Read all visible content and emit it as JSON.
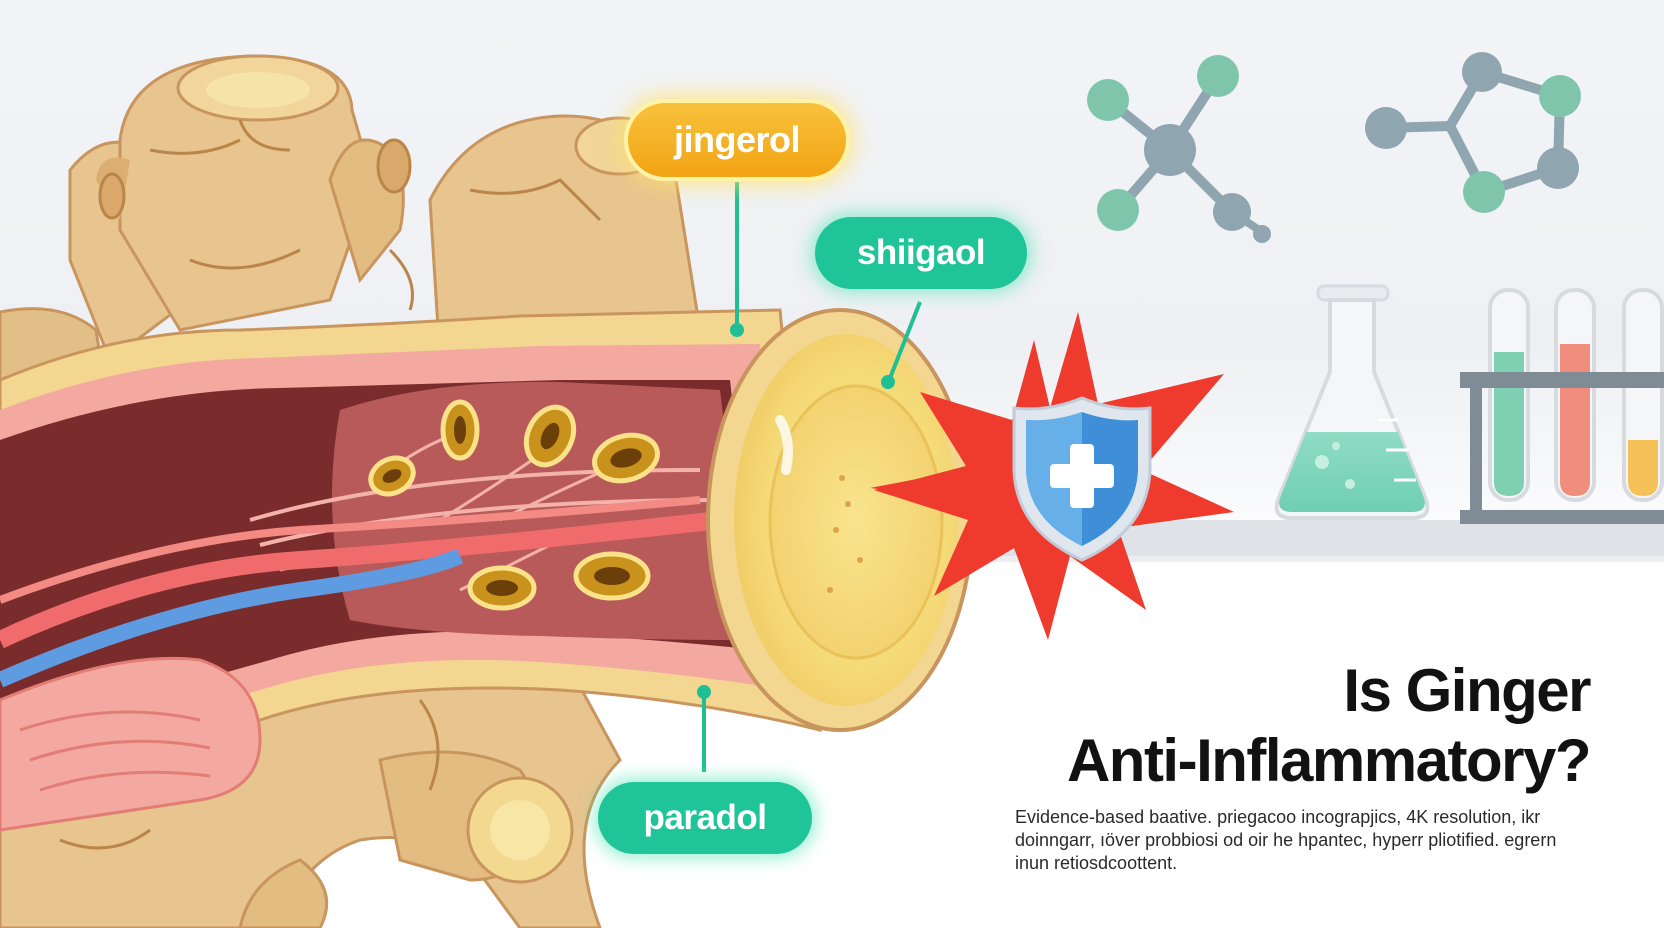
{
  "labels": {
    "jingerol": "jingerol",
    "shiigaol": "shiigaol",
    "paradol": "paradol"
  },
  "headline": {
    "line1": "Is Ginger",
    "line2": "Anti-Inflammatory?"
  },
  "subtitle": {
    "line1": "Evidence-based baative. priegacoo incograpjics, 4K resolution, ikr",
    "line2": "doinngarr, ıöver probbiosi od oir he hpantec, hyperr pliotified. egrern",
    "line3": "inun retiosdcoottent."
  },
  "colors": {
    "ginger_skin": "#e8c48f",
    "ginger_flesh": "#f8e08c",
    "tissue_red": "#b85a5a",
    "accent_green": "#1fc499",
    "accent_yellow": "#f5b020",
    "alert_red": "#ef3a2e",
    "shield_blue": "#3f8fd8",
    "molecule_teal": "#7fc5ac",
    "molecule_gray": "#8fa5b0"
  },
  "icons": {
    "shield": "shield-cross-icon",
    "burst": "starburst-icon",
    "molecule": "molecule-icon",
    "flask": "flask-icon",
    "test_tubes": "test-tube-icon"
  }
}
